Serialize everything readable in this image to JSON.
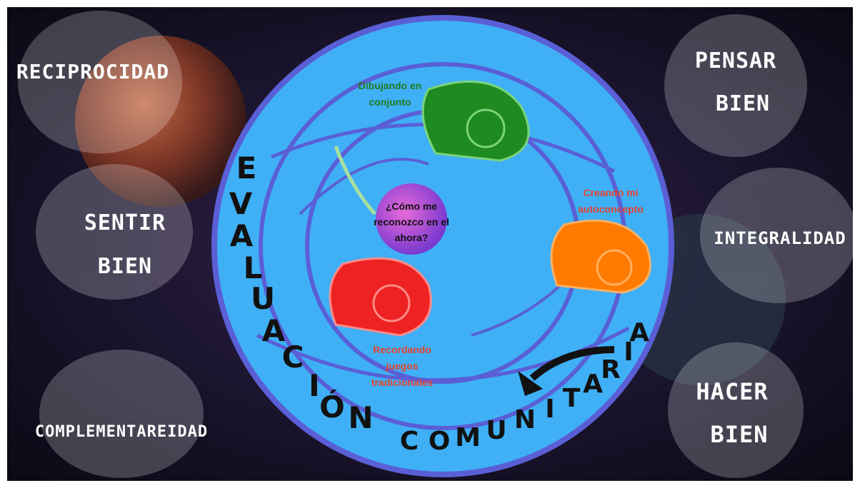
{
  "corners": {
    "reciprocidad": "RECIPROCIDAD",
    "pensar_bien_1": "PENSAR",
    "pensar_bien_2": "BIEN",
    "sentir_bien_1": "SENTIR",
    "sentir_bien_2": "BIEN",
    "integralidad": "INTEGRALIDAD",
    "complementareidad": "COMPLEMENTAREIDAD",
    "hacer_bien_1": "HACER",
    "hacer_bien_2": "BIEN"
  },
  "center": {
    "line1": "¿Cómo me",
    "line2": "reconozco en el",
    "line3": "ahora?"
  },
  "nodes": {
    "green": {
      "line1": "Dibujando en",
      "line2": "conjunto",
      "color": "#1f7a1f"
    },
    "orange": {
      "line1": "Creando mi",
      "line2": "autoconcepto",
      "color": "#e8412c"
    },
    "red": {
      "line1": "Recordando",
      "line2": "juegos",
      "line3": "tradicionales",
      "color": "#e8412c"
    }
  },
  "arc_title": [
    "E",
    "V",
    "A",
    "L",
    "U",
    "A",
    "C",
    "I",
    "Ó",
    "N"
  ],
  "arc_title2": [
    "C",
    "O",
    "M",
    "U",
    "N",
    "I",
    "T",
    "A",
    "R",
    "I",
    "A"
  ],
  "colors": {
    "circle": "#3fb0f5",
    "circle_line": "#5a5fd6",
    "shell_green": "#1f8a1f",
    "shell_orange": "#ff7a00",
    "shell_red": "#ee2222"
  }
}
